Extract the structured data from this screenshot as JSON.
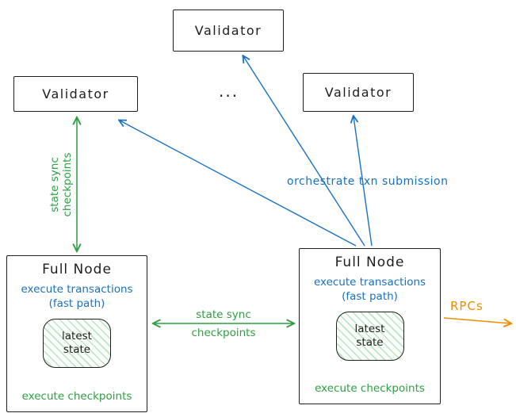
{
  "colors": {
    "ink": "#1e1e1e",
    "green": "#2f9e44",
    "blue": "#1971c2",
    "orange": "#f08c00"
  },
  "validators": {
    "top": {
      "label": "Validator"
    },
    "left": {
      "label": "Validator"
    },
    "right": {
      "label": "Validator"
    },
    "ellipsis": "..."
  },
  "full_nodes": {
    "left": {
      "title": "Full Node",
      "exec_tx_line1": "execute transactions",
      "exec_tx_line2": "(fast path)",
      "state_line1": "latest",
      "state_line2": "state",
      "checkpoints": "execute checkpoints"
    },
    "right": {
      "title": "Full Node",
      "exec_tx_line1": "execute transactions",
      "exec_tx_line2": "(fast path)",
      "state_line1": "latest",
      "state_line2": "state",
      "checkpoints": "execute checkpoints"
    }
  },
  "edges": {
    "state_sync_left": {
      "line1": "state sync",
      "line2": "checkpoints"
    },
    "state_sync_middle": {
      "line1": "state sync",
      "line2": "checkpoints"
    },
    "orchestrate": {
      "label": "orchestrate txn submission"
    },
    "rpcs": {
      "label": "RPCs"
    }
  }
}
